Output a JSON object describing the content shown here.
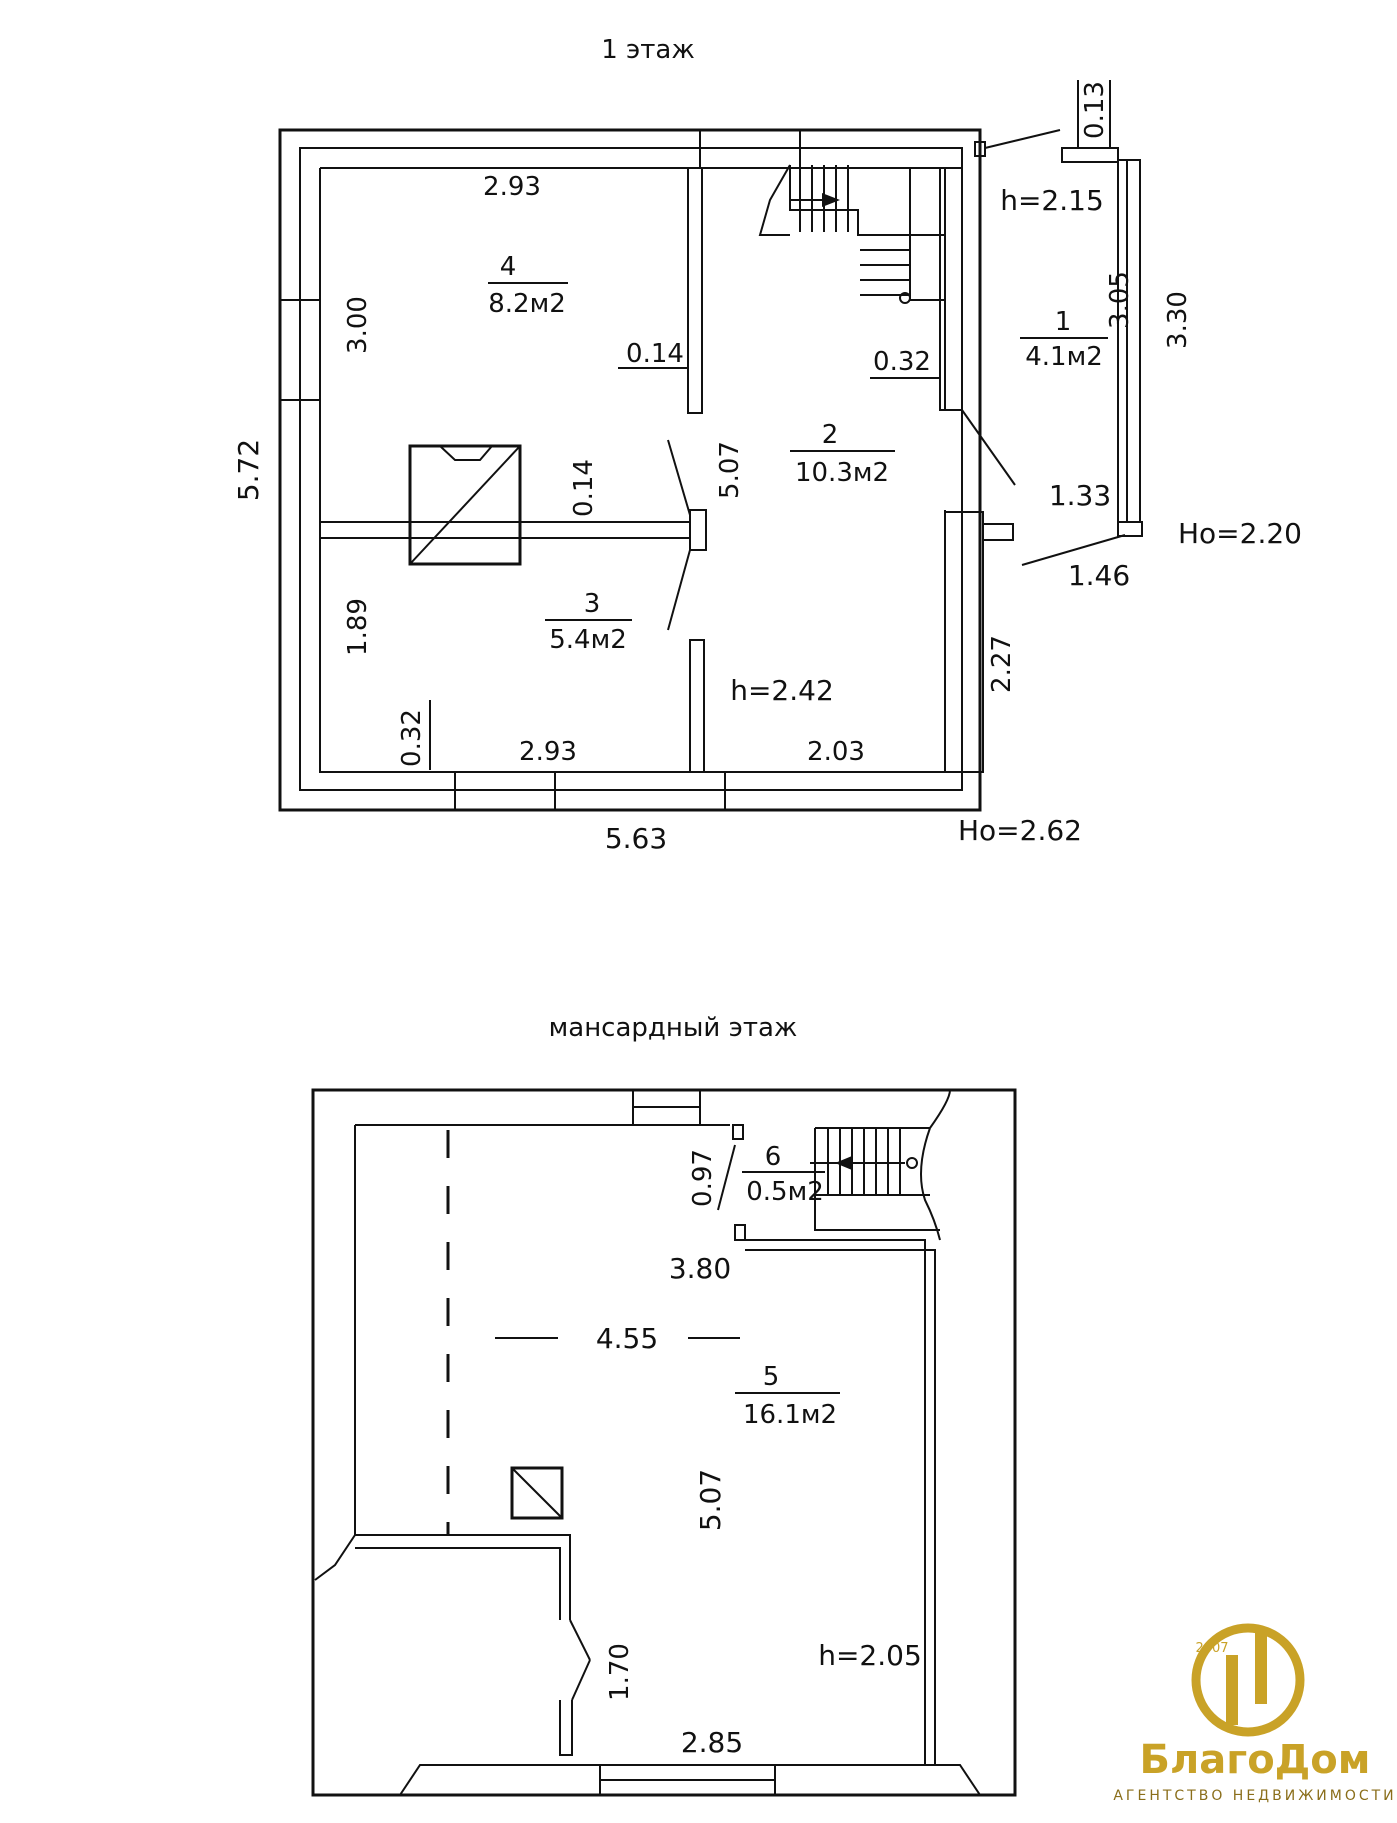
{
  "floor1": {
    "title": "1 этаж",
    "rooms": [
      {
        "num": "1",
        "area": "4.1м2"
      },
      {
        "num": "2",
        "area": "10.3м2"
      },
      {
        "num": "3",
        "area": "5.4м2"
      },
      {
        "num": "4",
        "area": "8.2м2"
      }
    ],
    "dims": {
      "top_left": "2.93",
      "left_upper": "3.00",
      "wall_014_a": "0.14",
      "wall_032_a": "0.32",
      "left_total": "5.72",
      "wall_014_b": "0.14",
      "hall_507": "5.07",
      "left_lower": "1.89",
      "wall_032_b": "0.32",
      "bottom_left": "2.93",
      "bottom_right": "2.03",
      "right_227": "2.27",
      "bottom_total": "5.63",
      "porch_013": "0.13",
      "porch_305": "3.05",
      "porch_330": "3.30",
      "porch_133": "1.33",
      "porch_146": "1.46"
    },
    "heights": {
      "porch_h": "h=2.15",
      "main_h": "h=2.42",
      "ho_porch": "Ho=2.20",
      "ho_main": "Ho=2.62"
    }
  },
  "floor2": {
    "title": "мансардный этаж",
    "rooms": [
      {
        "num": "5",
        "area": "16.1м2"
      },
      {
        "num": "6",
        "area": "0.5м2"
      }
    ],
    "dims": {
      "stair_097": "0.97",
      "width_380": "3.80",
      "width_455": "4.55",
      "depth_507": "5.07",
      "door_170": "1.70",
      "bottom_285": "2.85"
    },
    "heights": {
      "main_h": "h=2.05"
    }
  },
  "logo": {
    "year": "2007",
    "brand": "БлагоДом",
    "tagline": "АГЕНТСТВО НЕДВИЖИМОСТИ",
    "gold": "#c9a227"
  }
}
